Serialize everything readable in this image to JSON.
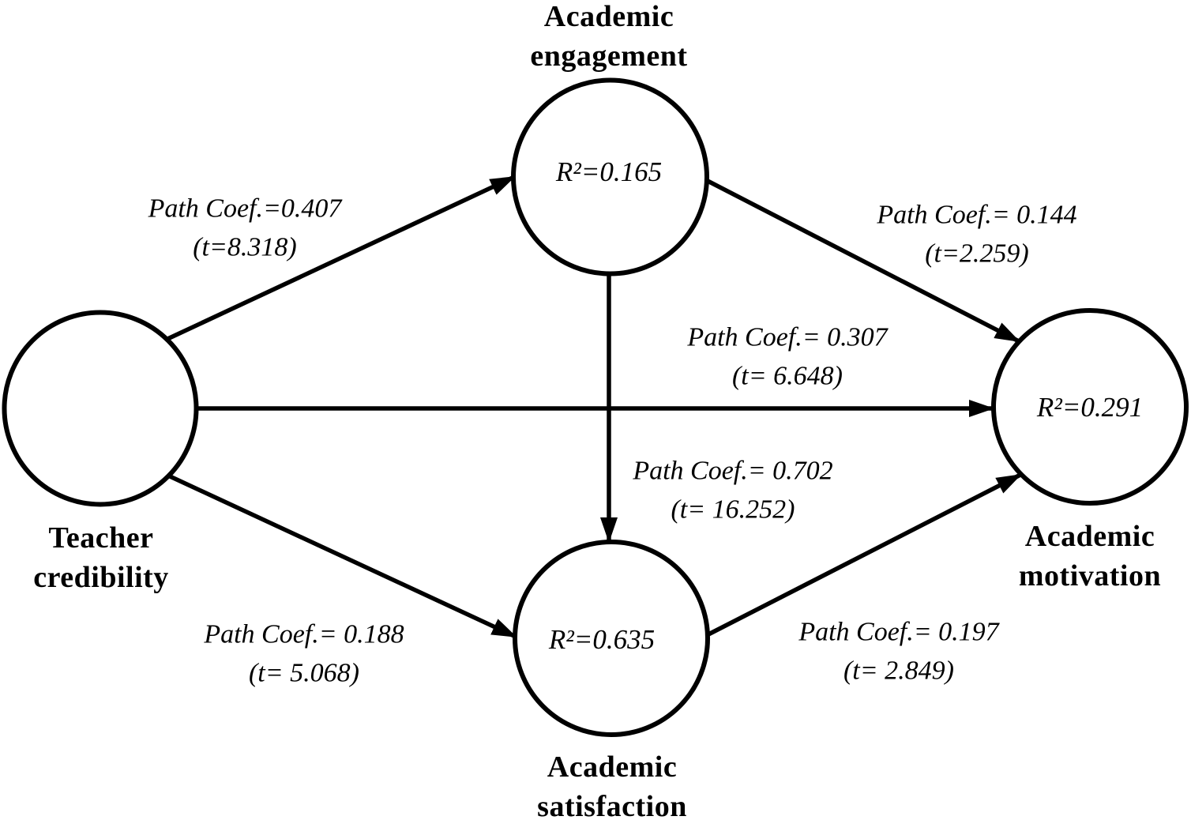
{
  "figure": {
    "type": "sem-path-diagram",
    "colors": {
      "ink": "#000000",
      "background": "#ffffff"
    }
  },
  "nodes": {
    "teacher_credibility": {
      "label": "Teacher\ncredibility",
      "r2": ""
    },
    "academic_engagement": {
      "label": "Academic\nengagement",
      "r2": "R²=0.165"
    },
    "academic_satisfaction": {
      "label": "Academic\nsatisfaction",
      "r2": "R²=0.635"
    },
    "academic_motivation": {
      "label": "Academic\nmotivation",
      "r2": "R²=0.291"
    }
  },
  "paths": [
    {
      "from": "teacher_credibility",
      "to": "academic_engagement",
      "coef": "Path Coef.=0.407",
      "t": "(t=8.318)"
    },
    {
      "from": "academic_engagement",
      "to": "academic_motivation",
      "coef": "Path Coef.= 0.144",
      "t": "(t=2.259)"
    },
    {
      "from": "teacher_credibility",
      "to": "academic_motivation",
      "coef": "Path Coef.= 0.307",
      "t": "(t= 6.648)"
    },
    {
      "from": "academic_engagement",
      "to": "academic_satisfaction",
      "coef": "Path Coef.= 0.702",
      "t": "(t= 16.252)"
    },
    {
      "from": "teacher_credibility",
      "to": "academic_satisfaction",
      "coef": "Path Coef.= 0.188",
      "t": "(t= 5.068)"
    },
    {
      "from": "academic_satisfaction",
      "to": "academic_motivation",
      "coef": "Path Coef.= 0.197",
      "t": "(t= 2.849)"
    }
  ]
}
